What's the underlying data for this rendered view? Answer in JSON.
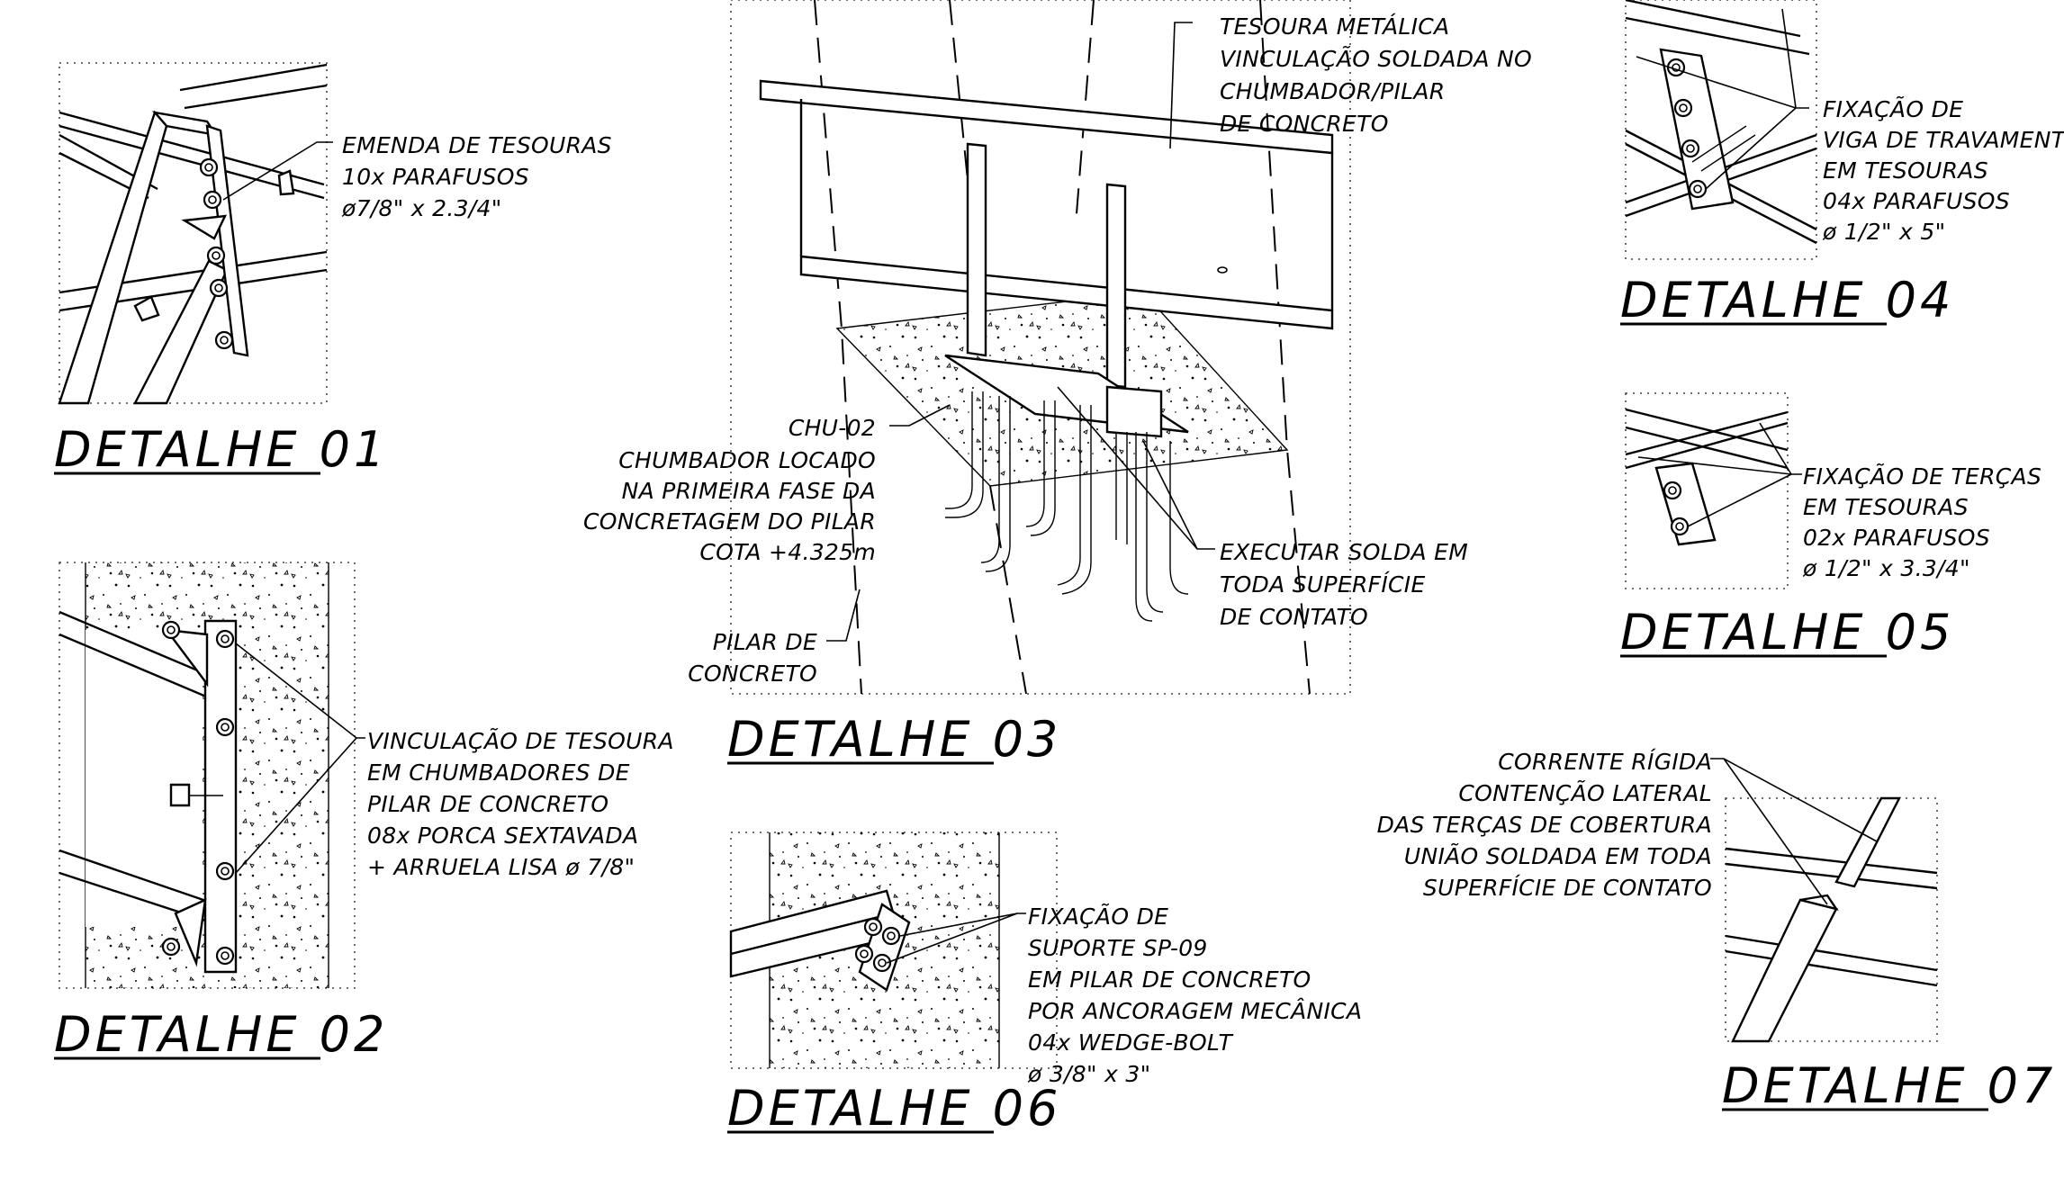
{
  "details": [
    {
      "id": "d01",
      "title": "DETALHE 01",
      "notes": [
        "EMENDA DE TESOURAS",
        "10x PARAFUSOS",
        "ø7/8\" x 2.3/4\""
      ]
    },
    {
      "id": "d02",
      "title": "DETALHE 02",
      "notes": [
        "VINCULAÇÃO DE TESOURA",
        "EM CHUMBADORES DE",
        "PILAR DE CONCRETO",
        "08x PORCA SEXTAVADA",
        "+ ARRUELA LISA ø 7/8\""
      ]
    },
    {
      "id": "d03",
      "title": "DETALHE 03",
      "note_truss": [
        "TESOURA METÁLICA",
        "VINCULAÇÃO SOLDADA NO",
        "CHUMBADOR/PILAR",
        "DE CONCRETO"
      ],
      "note_anchor": [
        "CHU-02",
        "CHUMBADOR LOCADO",
        "NA PRIMEIRA FASE DA",
        "CONCRETAGEM DO PILAR",
        "COTA +4.325m"
      ],
      "note_weld": [
        "EXECUTAR SOLDA EM",
        "TODA SUPERFÍCIE",
        "DE CONTATO"
      ],
      "note_pillar": [
        "PILAR DE",
        "CONCRETO"
      ]
    },
    {
      "id": "d04",
      "title": "DETALHE 04",
      "notes": [
        "FIXAÇÃO DE",
        "VIGA DE TRAVAMENTO",
        "EM TESOURAS",
        "04x PARAFUSOS",
        "ø 1/2\" x 5\""
      ]
    },
    {
      "id": "d05",
      "title": "DETALHE 05",
      "notes": [
        "FIXAÇÃO DE TERÇAS",
        "EM TESOURAS",
        "02x PARAFUSOS",
        "ø 1/2\" x 3.3/4\""
      ]
    },
    {
      "id": "d06",
      "title": "DETALHE 06",
      "notes": [
        "FIXAÇÃO DE",
        "SUPORTE SP-09",
        "EM PILAR DE CONCRETO",
        "POR ANCORAGEM MECÂNICA",
        "04x WEDGE-BOLT",
        "ø 3/8\" x 3\""
      ]
    },
    {
      "id": "d07",
      "title": "DETALHE 07",
      "notes": [
        "CORRENTE RÍGIDA",
        "CONTENÇÃO LATERAL",
        "DAS TERÇAS DE COBERTURA",
        "UNIÃO SOLDADA EM TODA",
        "SUPERFÍCIE DE CONTATO"
      ]
    }
  ]
}
